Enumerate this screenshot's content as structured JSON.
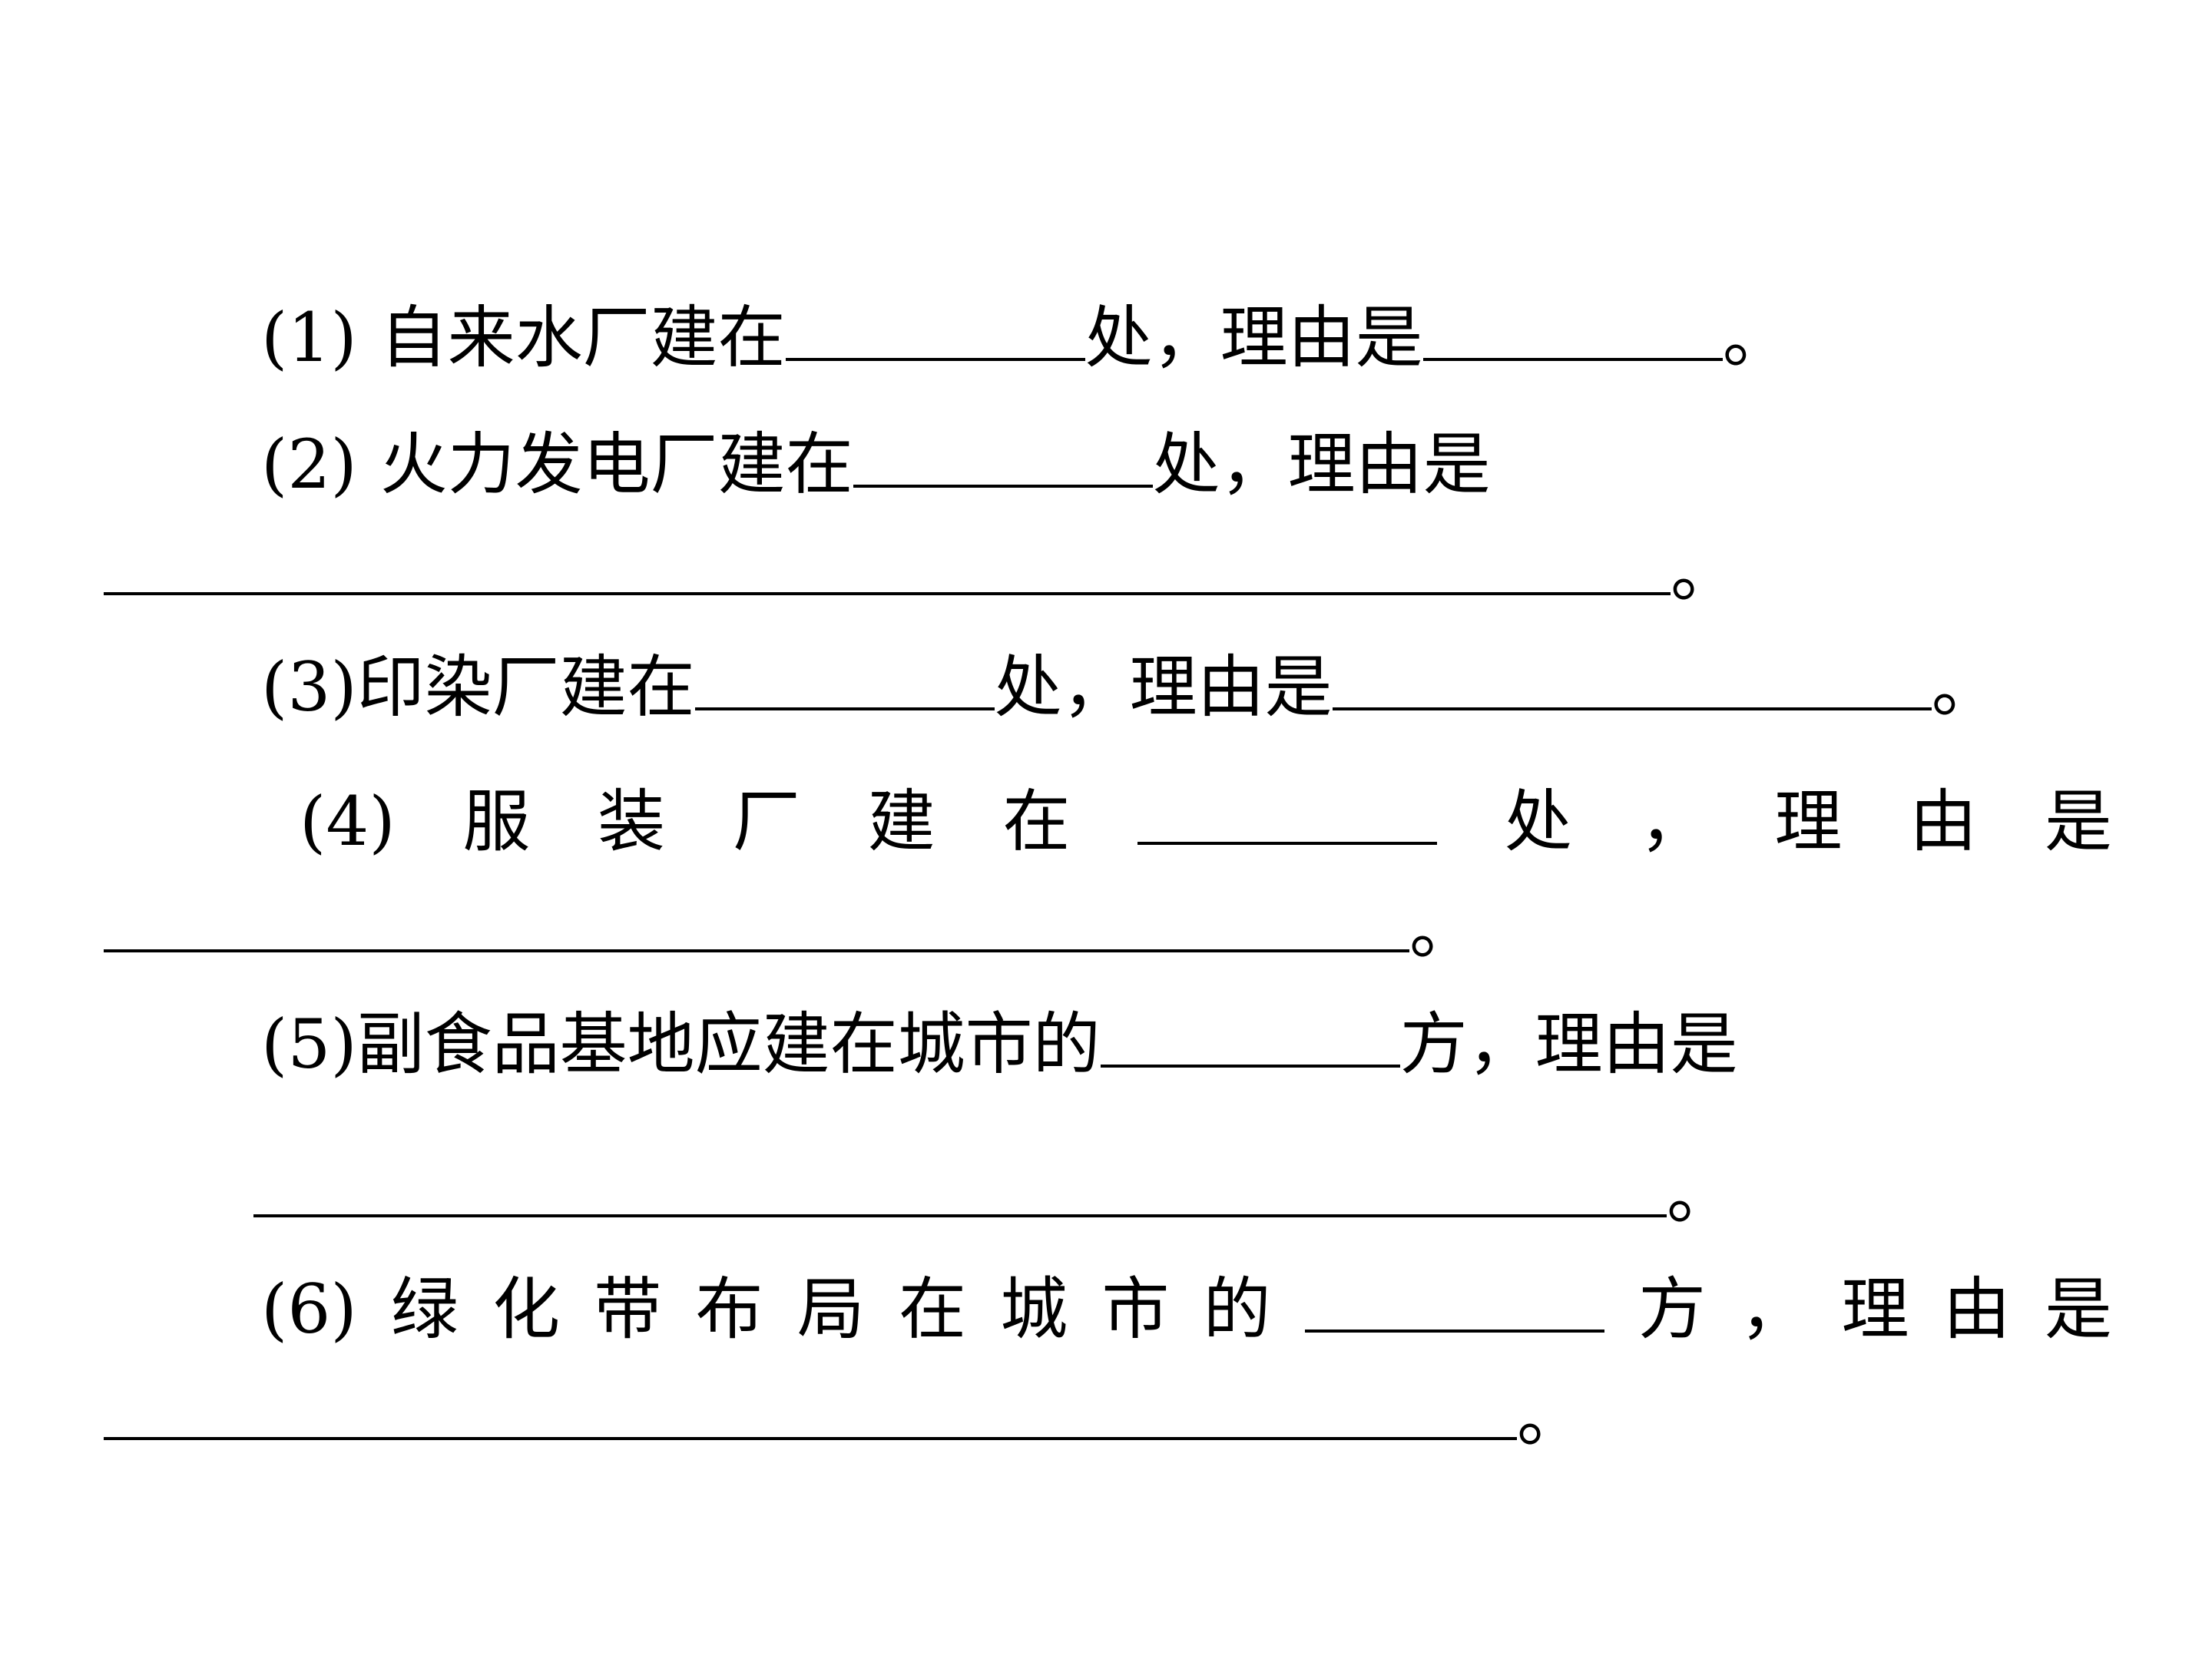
{
  "q1": {
    "num": "(1)",
    "a": "自来水厂建在",
    "b": "处，理由是",
    "end": "。"
  },
  "q2": {
    "num": "(2)",
    "a": "火力发电厂建在",
    "b": "处，理由是",
    "end": "。"
  },
  "q3": {
    "num": "(3)",
    "a": "印染厂建在",
    "b": "处，理由是",
    "end": "。"
  },
  "q4": {
    "num": "(4)",
    "chars": [
      "服",
      "装",
      "厂",
      "建",
      "在"
    ],
    "b1": "处",
    "comma": "，",
    "r": [
      "理",
      "由",
      "是"
    ],
    "end": "。"
  },
  "q5": {
    "num": "(5)",
    "a": "副食品基地应建在城市的",
    "b": "方，理由是",
    "end": "。"
  },
  "q6": {
    "num": "(6)",
    "chars": [
      "绿",
      "化",
      "带",
      "布",
      "局",
      "在",
      "城",
      "市",
      "的"
    ],
    "b1": "方",
    "comma": "，",
    "r": [
      "理",
      "由",
      "是"
    ],
    "end": "。"
  }
}
